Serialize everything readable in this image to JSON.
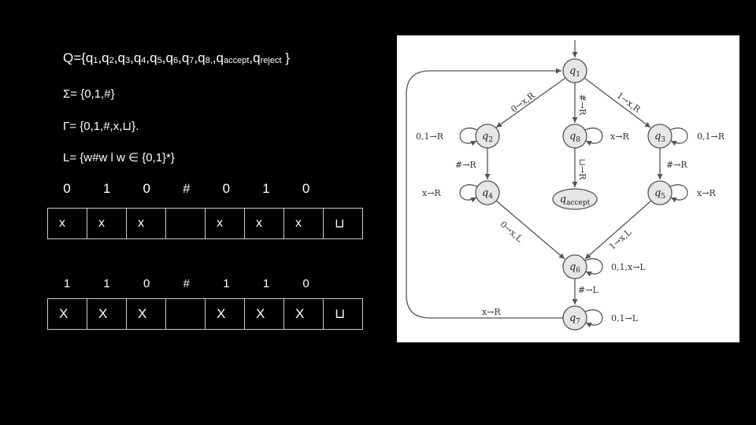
{
  "definitions": {
    "states_prefix": "Q={",
    "states": [
      {
        "base": "q",
        "sub": "1"
      },
      {
        "base": "q",
        "sub": "2"
      },
      {
        "base": "q",
        "sub": "3"
      },
      {
        "base": "q",
        "sub": "4"
      },
      {
        "base": "q",
        "sub": "5"
      },
      {
        "base": "q",
        "sub": "6"
      },
      {
        "base": "q",
        "sub": "7"
      },
      {
        "base": "q",
        "sub": "8,"
      },
      {
        "base": "q",
        "sub": "accept"
      },
      {
        "base": "q",
        "sub": "reject"
      }
    ],
    "states_suffix": " }",
    "sigma": "Σ= {0,1,#}",
    "gamma": "Γ=  {0,1,#,x,⊔}.",
    "language": "L= {w#w l w  ∈  {0,1}*}"
  },
  "tape1": {
    "header": [
      "0",
      "1",
      "0",
      "#",
      "0",
      "1",
      "0",
      ""
    ],
    "cells": [
      "x",
      "x",
      "x",
      "",
      "x",
      "x",
      "x",
      "⊔"
    ]
  },
  "tape2": {
    "header": [
      "1",
      "1",
      "0",
      "#",
      "1",
      "1",
      "0",
      ""
    ],
    "cells": [
      "X",
      "X",
      "X",
      "",
      "X",
      "X",
      "X",
      "⊔"
    ]
  },
  "diagram": {
    "states": [
      {
        "id": "q1",
        "base": "q",
        "sub": "1"
      },
      {
        "id": "q2",
        "base": "q",
        "sub": "2"
      },
      {
        "id": "q3",
        "base": "q",
        "sub": "3"
      },
      {
        "id": "q4",
        "base": "q",
        "sub": "4"
      },
      {
        "id": "q5",
        "base": "q",
        "sub": "5"
      },
      {
        "id": "q6",
        "base": "q",
        "sub": "6"
      },
      {
        "id": "q7",
        "base": "q",
        "sub": "7"
      },
      {
        "id": "q8",
        "base": "q",
        "sub": "8"
      },
      {
        "id": "qaccept",
        "base": "q",
        "sub": "accept"
      }
    ],
    "transitions": [
      {
        "from": "q1",
        "to": "q2",
        "label": "0→x,R"
      },
      {
        "from": "q1",
        "to": "q8",
        "label": "#→R"
      },
      {
        "from": "q1",
        "to": "q3",
        "label": "1→x,R"
      },
      {
        "from": "q2",
        "to": "q2",
        "label": "0,1→R"
      },
      {
        "from": "q8",
        "to": "q8",
        "label": "x→R"
      },
      {
        "from": "q3",
        "to": "q3",
        "label": "0,1→R"
      },
      {
        "from": "q2",
        "to": "q4",
        "label": "#→R"
      },
      {
        "from": "q8",
        "to": "qaccept",
        "label": "⊔→R"
      },
      {
        "from": "q3",
        "to": "q5",
        "label": "#→R"
      },
      {
        "from": "q4",
        "to": "q4",
        "label": "x→R"
      },
      {
        "from": "q5",
        "to": "q5",
        "label": "x→R"
      },
      {
        "from": "q4",
        "to": "q6",
        "label": "0→x,L"
      },
      {
        "from": "q5",
        "to": "q6",
        "label": "1→x,L"
      },
      {
        "from": "q6",
        "to": "q6",
        "label": "0,1,x→L"
      },
      {
        "from": "q6",
        "to": "q7",
        "label": "#→L"
      },
      {
        "from": "q7",
        "to": "q7",
        "label": "0,1→L"
      },
      {
        "from": "q7",
        "to": "q1",
        "label": "x→R"
      }
    ]
  }
}
